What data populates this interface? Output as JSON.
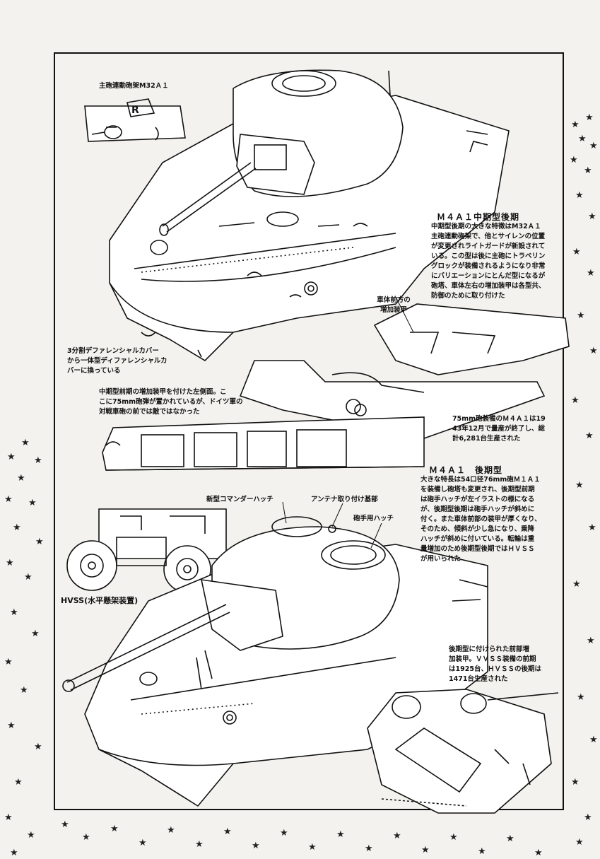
{
  "captions": {
    "mantlet_label": "主砲連動砲架M32Ａ１",
    "differential_cover": [
      "3分割デファレンシャルカバー",
      "から一体型ディファレンシャルカ",
      "バーに換っている"
    ],
    "side_armor": [
      "中期型前期の増加装甲を付けた左側面。こ",
      "こに75mm砲弾が置かれているが、ドイツ軍の",
      "対戦車砲の前では敵ではなかった"
    ],
    "front_armor": [
      "車体前方の",
      "増加装甲"
    ],
    "production_75": [
      "75mm砲装備のＭ４Ａ１は19",
      "43年12月で量産が終了し、総",
      "計6,281台生産された"
    ],
    "commander_hatch": "新型コマンダーハッチ",
    "antenna_base": "アンテナ取り付け基部",
    "loader_hatch": "砲手用ハッチ",
    "hvss": "HVSS(水平懸架装置)",
    "late_front_armor": [
      "後期型に付けられた前部増",
      "加装甲。ＶＶＳＳ装備の前期",
      "は1925台、ＨＶＳＳの後期は",
      "1471台生産された"
    ]
  },
  "sections": {
    "mid_late": {
      "title": "Ｍ４Ａ１中期型後期",
      "lines": [
        "中期型後期の大きな特徴はM32Ａ１",
        "主砲連動砲架で、他とサイレンの位置",
        "が変更されライトガードが新設されて",
        "いる。この型は後に主砲にトラベリン",
        "グロックが装備されるようになり非常",
        "にバリエーションにとんだ型になるが",
        "砲塔、車体左右の増加装甲は各型共、",
        "防御のために取り付けた"
      ]
    },
    "late": {
      "title": "Ｍ４Ａ１　後期型",
      "lines": [
        "大きな特長は54口径76mm砲Ｍ１Ａ１",
        "を装備し砲塔も変更され、後期型前期",
        "は砲手ハッチが左イラストの様になる",
        "が、後期型後期は砲手ハッチが斜めに",
        "付く。また車体前部の装甲が厚くなり、",
        "そのため、傾斜が少し急になり、乗降",
        "ハッチが斜めに付いている。転輪は重",
        "量増加のため後期型後期ではＨＶＳＳ",
        "が用いられた"
      ]
    }
  }
}
